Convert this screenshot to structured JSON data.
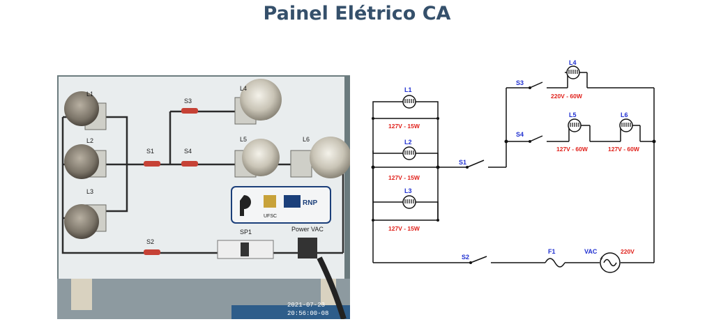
{
  "page": {
    "title": "Painel Elétrico CA"
  },
  "photo": {
    "bulb_labels": [
      "L1",
      "L2",
      "L3",
      "L4",
      "L5",
      "L6"
    ],
    "switch_labels": [
      "S1",
      "S2",
      "S3",
      "S4"
    ],
    "breaker_label": "SP1",
    "power_label": "Power VAC",
    "logos": [
      "UFSC",
      "RNP"
    ],
    "timestamp_date": "2021-07-23",
    "timestamp_time": "20:56:00-08"
  },
  "schematic": {
    "lamps": [
      {
        "id": "L1",
        "rating": "127V - 15W"
      },
      {
        "id": "L2",
        "rating": "127V - 15W"
      },
      {
        "id": "L3",
        "rating": "127V - 15W"
      },
      {
        "id": "L4",
        "rating": "220V - 60W"
      },
      {
        "id": "L5",
        "rating": "127V - 60W"
      },
      {
        "id": "L6",
        "rating": "127V - 60W"
      }
    ],
    "switches": [
      "S1",
      "S2",
      "S3",
      "S4"
    ],
    "fuse": "F1",
    "source_label": "VAC",
    "source_voltage": "220V",
    "plus_sign": "+",
    "colors": {
      "id_label": "#1f2fd0",
      "rating": "#e0201a",
      "wire": "#111111"
    }
  }
}
